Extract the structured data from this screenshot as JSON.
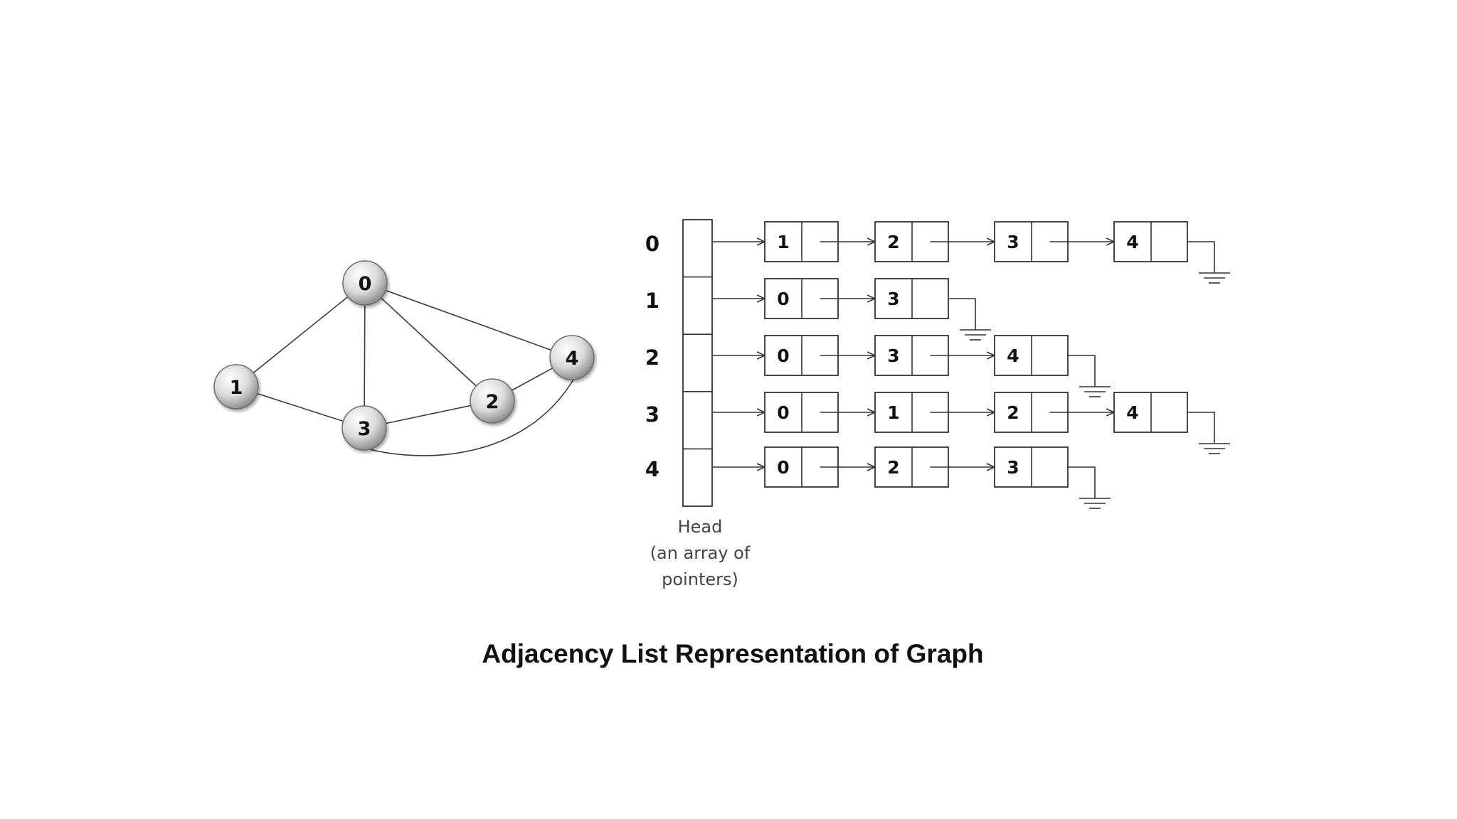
{
  "graph": {
    "nodes": [
      "0",
      "1",
      "2",
      "3",
      "4"
    ],
    "edges": [
      [
        "0",
        "1"
      ],
      [
        "0",
        "3"
      ],
      [
        "0",
        "2"
      ],
      [
        "0",
        "4"
      ],
      [
        "1",
        "3"
      ],
      [
        "3",
        "2"
      ],
      [
        "2",
        "4"
      ],
      [
        "3",
        "4"
      ]
    ]
  },
  "adjacency_list": {
    "rows": [
      {
        "label": "0",
        "neighbors": [
          "1",
          "2",
          "3",
          "4"
        ]
      },
      {
        "label": "1",
        "neighbors": [
          "0",
          "3"
        ]
      },
      {
        "label": "2",
        "neighbors": [
          "0",
          "3",
          "4"
        ]
      },
      {
        "label": "3",
        "neighbors": [
          "0",
          "1",
          "2",
          "4"
        ]
      },
      {
        "label": "4",
        "neighbors": [
          "0",
          "2",
          "3"
        ]
      }
    ],
    "head_label_lines": [
      "Head",
      "(an array of",
      "pointers)"
    ]
  },
  "caption": "Adjacency List Representation of Graph"
}
